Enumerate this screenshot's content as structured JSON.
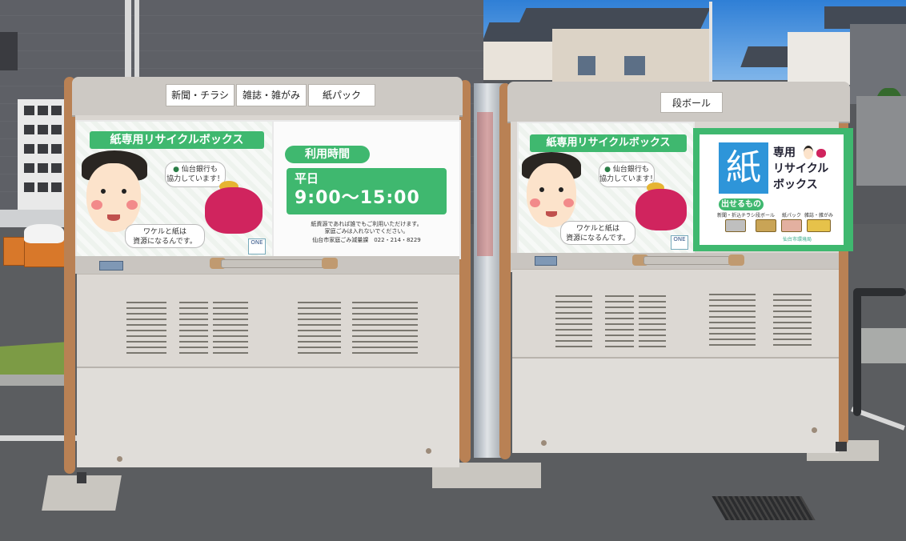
{
  "left_box": {
    "labels": [
      "新聞・チラシ",
      "雑誌・雑がみ",
      "紙パック"
    ],
    "poster_left": {
      "title": "紙専用リサイクルボックス",
      "bubble_top": [
        "仙台銀行も",
        "協力しています！"
      ],
      "bubble_bottom": [
        "ワケルと紙は",
        "資源になるんです。"
      ],
      "logo": "ONE"
    },
    "poster_right": {
      "hours_label": "利用時間",
      "weekday": "平日",
      "time": "9:00～15:00",
      "note_lines": [
        "紙資源であれば誰でもご利用いただけます。",
        "家庭ごみは入れないでください。"
      ],
      "contact": "仙台市家庭ごみ減量課　022・214・8229"
    }
  },
  "right_box": {
    "label": "段ボール",
    "poster_left": {
      "title": "紙専用リサイクルボックス",
      "bubble_top": [
        "仙台銀行も",
        "協力しています！"
      ],
      "bubble_bottom": [
        "ワケルと紙は",
        "資源になるんです。"
      ],
      "logo": "ONE"
    },
    "poster_right": {
      "kanji": "紙",
      "title_lines": [
        "専用",
        "リサイクル",
        "ボックス"
      ],
      "items_label": "出せるもの",
      "items": [
        "新聞・折込チラシ",
        "段ボール",
        "紙パック",
        "雑誌・雑がみ"
      ],
      "footer": "仙台市環境局"
    }
  },
  "colors": {
    "poster_green": "#3fb86f",
    "kami_blue": "#2e95d9",
    "frame_brown": "#b98154",
    "box_body": "#dad6d1"
  },
  "icons": [
    "face-illustration-icon",
    "purse-mascot-icon",
    "bank-logo-icon",
    "recyclables-icon"
  ]
}
